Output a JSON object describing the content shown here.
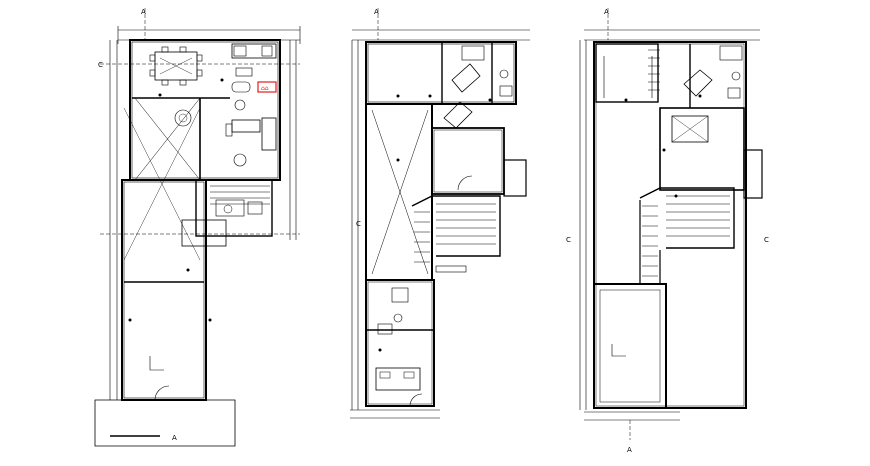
{
  "drawing": {
    "title": "Floor plan drawing – three levels",
    "colors": {
      "line": "#000000",
      "accent": "#e0201b",
      "background": "#ffffff"
    }
  },
  "plans": {
    "ground": {
      "caption_label": "",
      "axis_a": "A",
      "axis_c": "C"
    },
    "first": {
      "axis_a": "A",
      "axis_c": "C"
    },
    "second": {
      "axis_a": "A",
      "axis_c": "C"
    }
  },
  "markers": {
    "axis_a_label": "A",
    "axis_c_label": "C"
  }
}
